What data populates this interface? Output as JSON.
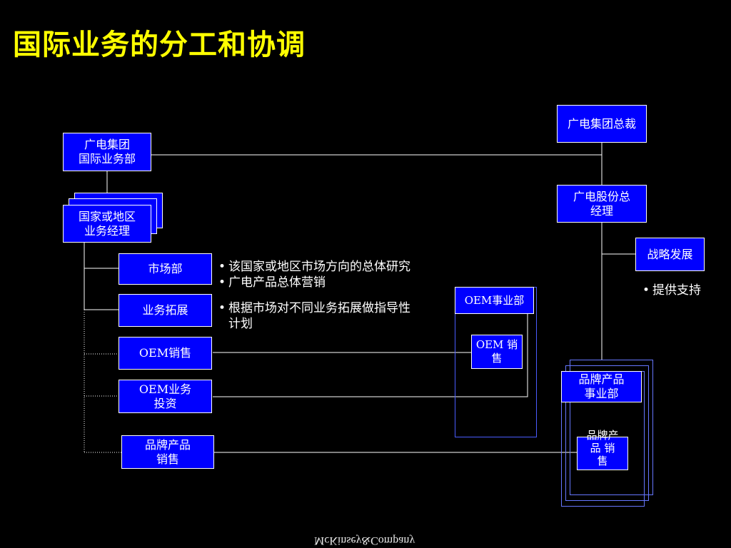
{
  "title": "国际业务的分工和协调",
  "nodes": {
    "president": "广电集团总裁",
    "intl_dept": [
      "广电集团",
      "国际业务部"
    ],
    "country_mgr": [
      "国家或地区",
      "业务经理"
    ],
    "market_dept": "市场部",
    "biz_dev": "业务拓展",
    "oem_sales": "OEM销售",
    "oem_invest": [
      "OEM业务",
      "投资"
    ],
    "brand_sales_left": [
      "品牌产品",
      "销售"
    ],
    "gm": [
      "广电股份总",
      "经理"
    ],
    "strategy": "战略发展",
    "oem_division": "OEM事业部",
    "oem_division_sales": [
      "OEM 销",
      "售"
    ],
    "brand_division": [
      "品牌产品",
      "事业部"
    ],
    "brand_division_sales": [
      "品牌产",
      "品 销",
      "售"
    ]
  },
  "market_notes": [
    "该国家或地区市场方向的总体研究",
    "广电产品总体营销"
  ],
  "bizdev_notes": [
    "根据市场对不同业务拓展做指导性",
    "计划"
  ],
  "strategy_notes": [
    "提供支持"
  ],
  "footer": "McKinsey&Company"
}
